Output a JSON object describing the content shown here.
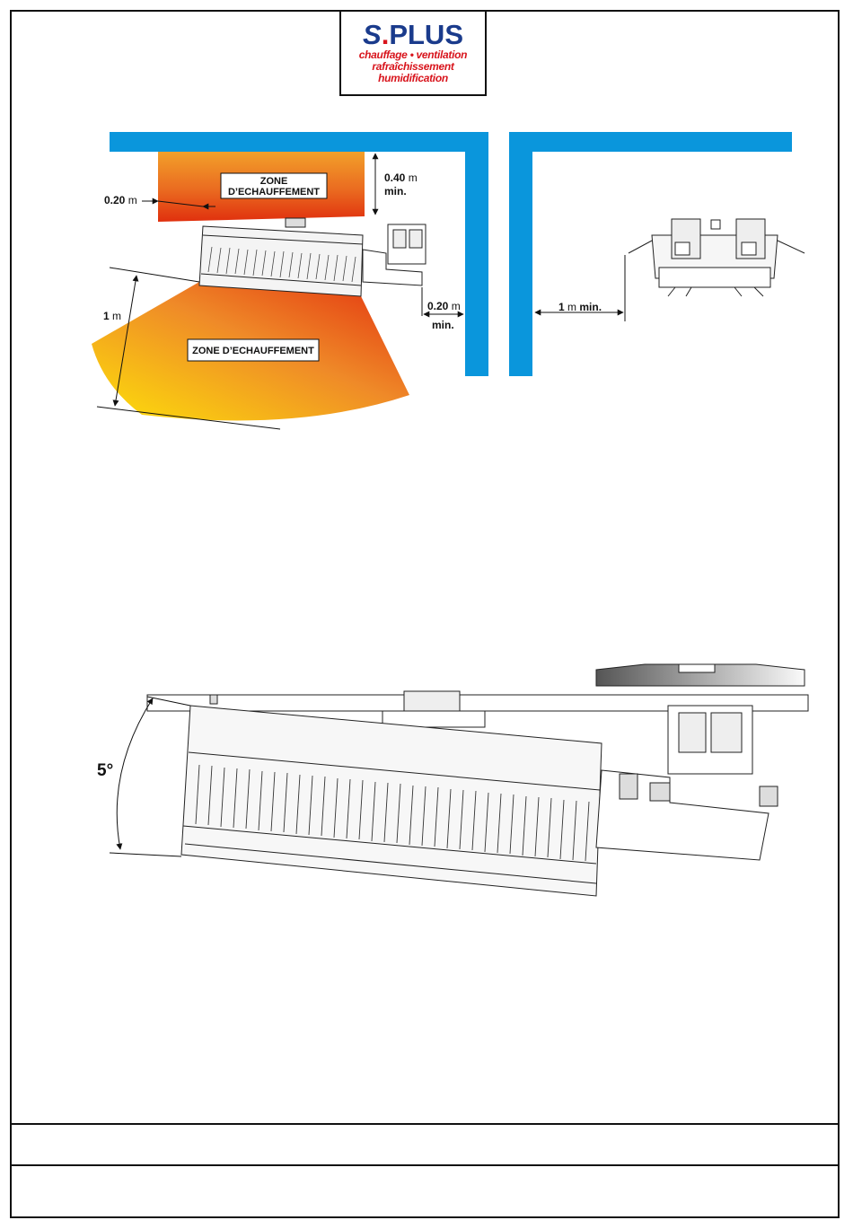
{
  "logo": {
    "brand": "PLUS",
    "brand_prefix": "S",
    "line1": "chauffage • ventilation",
    "line2": "rafraîchissement",
    "line3": "humidification"
  },
  "diagram_top": {
    "zone_upper_line1": "ZONE",
    "zone_upper_line2": "D’ECHAUFFEMENT",
    "zone_lower": "ZONE D’ECHAUFFEMENT",
    "dim_left_side_value": "0.20",
    "dim_left_side_unit": "m",
    "dim_top_value": "0.40",
    "dim_top_unit": "m",
    "dim_top_min": "min.",
    "dim_front_value": "1",
    "dim_front_unit": "m",
    "dim_wall_value": "0.20",
    "dim_wall_unit": "m",
    "dim_wall_min": "min.",
    "dim_side_value": "1",
    "dim_side_unit": "m",
    "dim_side_min": "min."
  },
  "diagram_bottom": {
    "tilt_angle": "5°"
  },
  "colors": {
    "wall_blue": "#0a96dc",
    "zone_red": "#e33a12",
    "zone_yellow": "#fcd60a",
    "logo_blue": "#1a3b8c",
    "logo_red": "#d8141c"
  }
}
